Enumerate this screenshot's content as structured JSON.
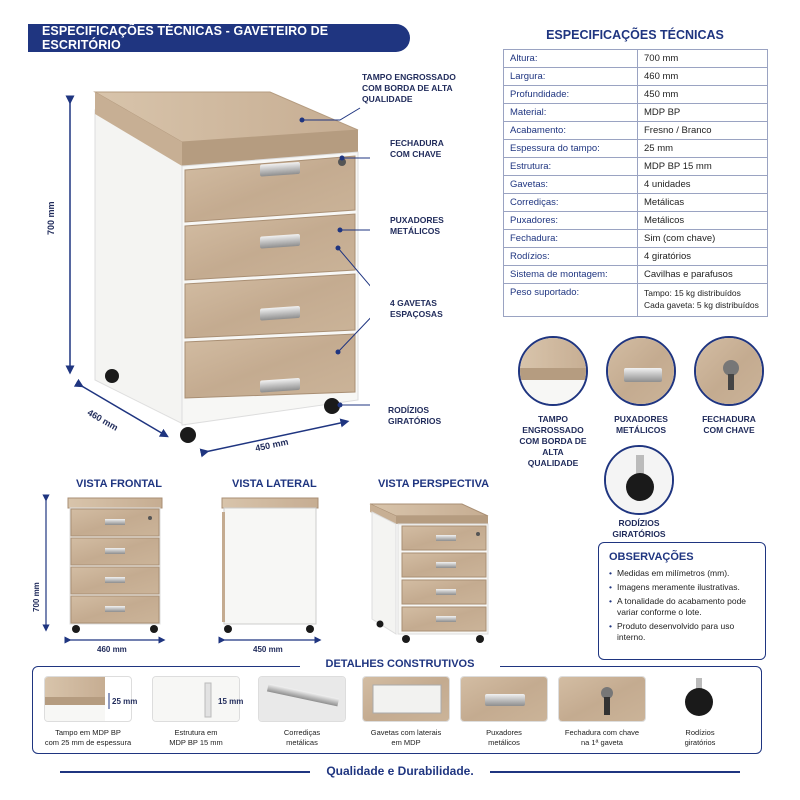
{
  "header": {
    "title": "ESPECIFICAÇÕES TÉCNICAS - GAVETEIRO DE ESCRITÓRIO"
  },
  "callouts": {
    "tampo": [
      "TAMPO ENGROSSADO",
      "COM BORDA DE ALTA",
      "QUALIDADE"
    ],
    "fechadura": [
      "FECHADURA",
      "COM CHAVE"
    ],
    "puxadores": [
      "PUXADORES",
      "METÁLICOS"
    ],
    "gavetas": [
      "4 GAVETAS",
      "ESPAÇOSAS"
    ],
    "rodizios": [
      "RODÍZIOS",
      "GIRATÓRIOS"
    ]
  },
  "dimensions": {
    "height": "700 mm",
    "depth": "460 mm",
    "width": "450 mm"
  },
  "specs": {
    "title": "ESPECIFICAÇÕES TÉCNICAS",
    "rows": [
      {
        "key": "Altura:",
        "value": "700 mm"
      },
      {
        "key": "Largura:",
        "value": "460 mm"
      },
      {
        "key": "Profundidade:",
        "value": "450 mm"
      },
      {
        "key": "Material:",
        "value": "MDP BP"
      },
      {
        "key": "Acabamento:",
        "value": "Fresno / Branco"
      },
      {
        "key": "Espessura do tampo:",
        "value": "25 mm"
      },
      {
        "key": "Estrutura:",
        "value": "MDP BP 15 mm"
      },
      {
        "key": "Gavetas:",
        "value": "4 unidades"
      },
      {
        "key": "Corrediças:",
        "value": "Metálicas"
      },
      {
        "key": "Puxadores:",
        "value": "Metálicos"
      },
      {
        "key": "Fechadura:",
        "value": "Sim (com chave)"
      },
      {
        "key": "Rodízios:",
        "value": "4 giratórios"
      },
      {
        "key": "Sistema de montagem:",
        "value": "Cavilhas e parafusos"
      }
    ],
    "weight": {
      "key": "Peso suportado:",
      "line1": "Tampo: 15 kg distribuídos",
      "line2": "Cada gaveta: 5 kg distribuídos"
    }
  },
  "features": {
    "tampo": [
      "TAMPO ENGROSSADO",
      "COM BORDA DE ALTA",
      "QUALIDADE"
    ],
    "puxadores": [
      "PUXADORES",
      "METÁLICOS"
    ],
    "fechadura": [
      "FECHADURA",
      "COM CHAVE"
    ],
    "rodizios": [
      "RODÍZIOS",
      "GIRATÓRIOS"
    ]
  },
  "views": {
    "frontal": {
      "title": "VISTA FRONTAL",
      "height": "700 mm",
      "width": "460 mm"
    },
    "lateral": {
      "title": "VISTA LATERAL",
      "width": "450 mm"
    },
    "perspectiva": {
      "title": "VISTA PERSPECTIVA"
    }
  },
  "observations": {
    "title": "OBSERVAÇÕES",
    "items": [
      "Medidas em milímetros (mm).",
      "Imagens meramente ilustrativas.",
      "A tonalidade do acabamento pode variar conforme o lote.",
      "Produto desenvolvido para uso interno."
    ]
  },
  "details": {
    "title": "DETALHES CONSTRUTIVOS",
    "items": [
      {
        "line1": "Tampo em MDP BP",
        "line2": "com 25 mm de espessura",
        "tag": "25 mm"
      },
      {
        "line1": "Estrutura em",
        "line2": "MDP BP 15 mm",
        "tag": "15 mm"
      },
      {
        "line1": "Corrediças",
        "line2": "metálicas"
      },
      {
        "line1": "Gavetas com laterais",
        "line2": "em MDP"
      },
      {
        "line1": "Puxadores",
        "line2": "metálicos"
      },
      {
        "line1": "Fechadura com chave",
        "line2": "na 1ª gaveta"
      },
      {
        "line1": "Rodízios",
        "line2": "giratórios"
      }
    ]
  },
  "footer": {
    "text": "Qualidade e Durabilidade."
  },
  "colors": {
    "navy": "#1f3580",
    "wood": "#c9b196",
    "white_body": "#f7f7f5"
  }
}
